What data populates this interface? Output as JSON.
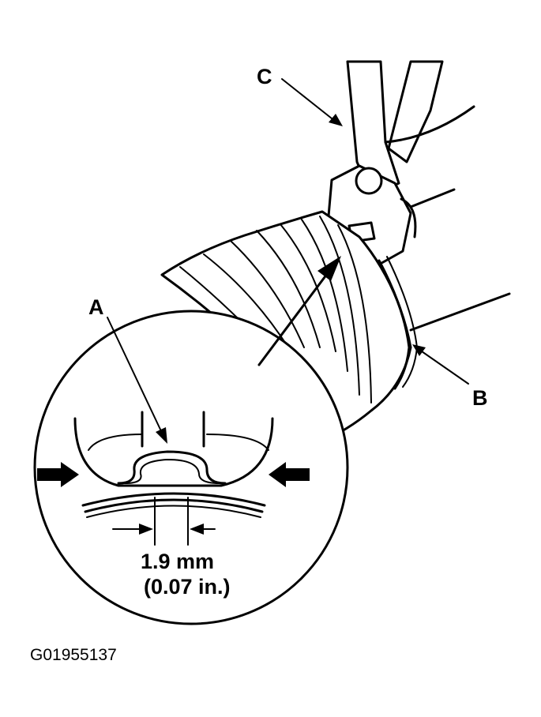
{
  "labels": {
    "a": "A",
    "b": "B",
    "c": "C"
  },
  "measurement": {
    "metric": "1.9 mm",
    "imperial": "(0.07 in.)"
  },
  "figure_code": "G01955137",
  "colors": {
    "ink": "#000000",
    "paper": "#ffffff"
  }
}
